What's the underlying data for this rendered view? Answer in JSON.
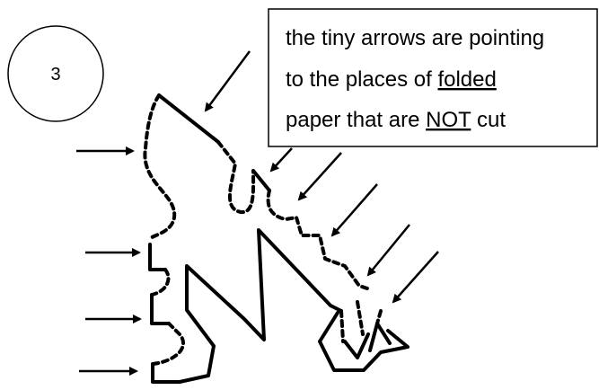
{
  "step": {
    "number": "3"
  },
  "caption": {
    "line1": "the tiny arrows are pointing",
    "line2_start": "to the places of ",
    "line2_underlined": "folded",
    "line3_start": "paper that are ",
    "line3_underlined": "NOT",
    "line3_end": " cut"
  },
  "legend": {
    "cut_line": "solid",
    "fold_line": "dashed"
  },
  "colors": {
    "ink": "#000000",
    "background": "#ffffff"
  }
}
